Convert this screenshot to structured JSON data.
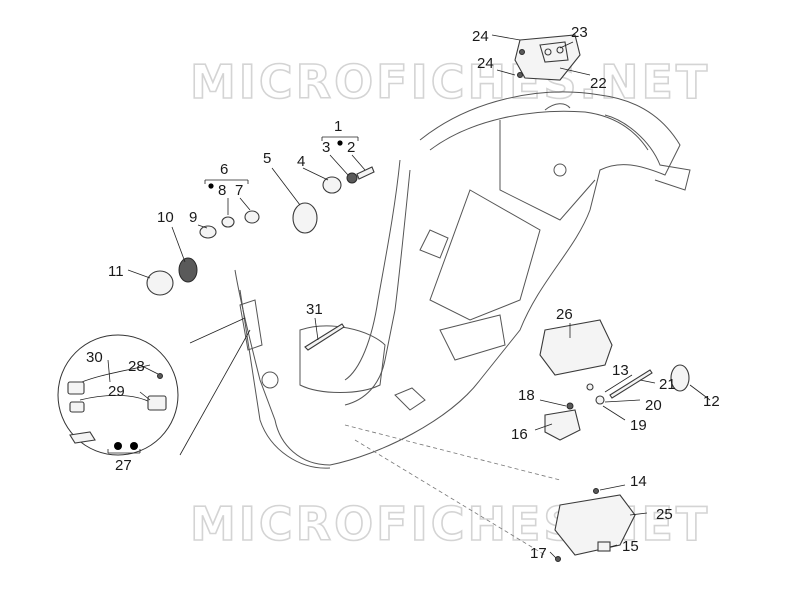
{
  "watermark": "MICROFICHES.NET",
  "labels": [
    {
      "id": "1",
      "text": "1"
    },
    {
      "id": "2",
      "text": "2"
    },
    {
      "id": "3",
      "text": "3"
    },
    {
      "id": "4",
      "text": "4"
    },
    {
      "id": "5",
      "text": "5"
    },
    {
      "id": "6",
      "text": "6"
    },
    {
      "id": "7",
      "text": "7"
    },
    {
      "id": "8",
      "text": "8"
    },
    {
      "id": "9",
      "text": "9"
    },
    {
      "id": "10",
      "text": "10"
    },
    {
      "id": "11",
      "text": "11"
    },
    {
      "id": "12",
      "text": "12"
    },
    {
      "id": "13",
      "text": "13"
    },
    {
      "id": "14",
      "text": "14"
    },
    {
      "id": "15",
      "text": "15"
    },
    {
      "id": "16",
      "text": "16"
    },
    {
      "id": "17",
      "text": "17"
    },
    {
      "id": "18",
      "text": "18"
    },
    {
      "id": "19",
      "text": "19"
    },
    {
      "id": "20",
      "text": "20"
    },
    {
      "id": "21",
      "text": "21"
    },
    {
      "id": "22",
      "text": "22"
    },
    {
      "id": "23",
      "text": "23"
    },
    {
      "id": "24a",
      "text": "24"
    },
    {
      "id": "24b",
      "text": "24"
    },
    {
      "id": "25",
      "text": "25"
    },
    {
      "id": "26",
      "text": "26"
    },
    {
      "id": "27",
      "text": "27"
    },
    {
      "id": "28",
      "text": "28"
    },
    {
      "id": "29",
      "text": "29"
    },
    {
      "id": "30",
      "text": "30"
    },
    {
      "id": "31",
      "text": "31"
    }
  ]
}
